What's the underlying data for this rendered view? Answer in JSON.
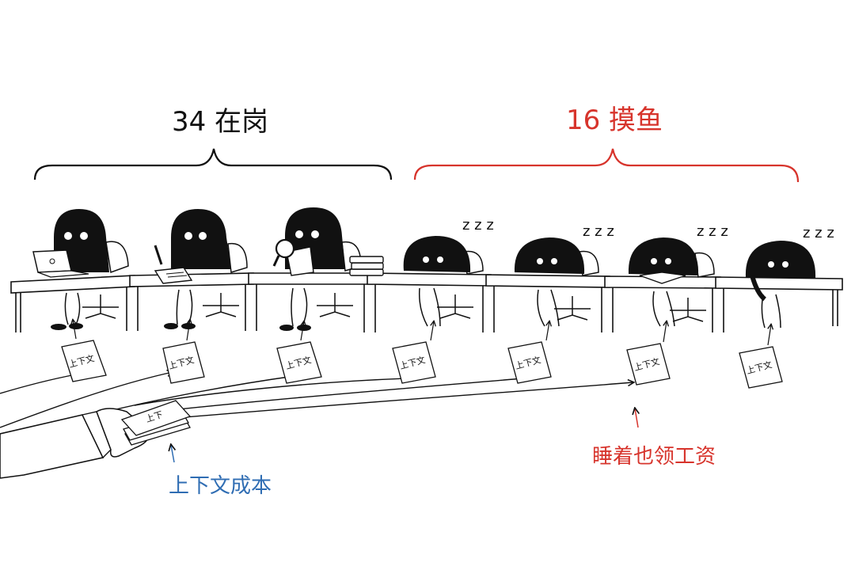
{
  "labels": {
    "working": "34 在岗",
    "slacking": "16 摸鱼",
    "context_cost": "上下文成本",
    "paid_while_sleeping": "睡着也领工资"
  },
  "paper_text": "上下文",
  "stack_text": "上下",
  "sleep_text": "z z z",
  "colors": {
    "ink": "#111111",
    "working_bracket": "#111111",
    "slacking_bracket": "#d7342c",
    "cost_label": "#2f6db3"
  }
}
